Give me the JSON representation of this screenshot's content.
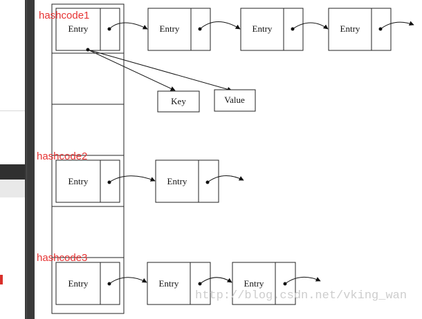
{
  "colors": {
    "hash_label": "#e63333",
    "stroke": "#222222",
    "watermark": "#c8c8c8"
  },
  "diagram": {
    "hashcodes": [
      "hashcode1",
      "hashcode2",
      "hashcode3"
    ],
    "entry_label": "Entry",
    "key_label": "Key",
    "value_label": "Value",
    "watermark": "http://blog.csdn.net/vking_wan"
  }
}
